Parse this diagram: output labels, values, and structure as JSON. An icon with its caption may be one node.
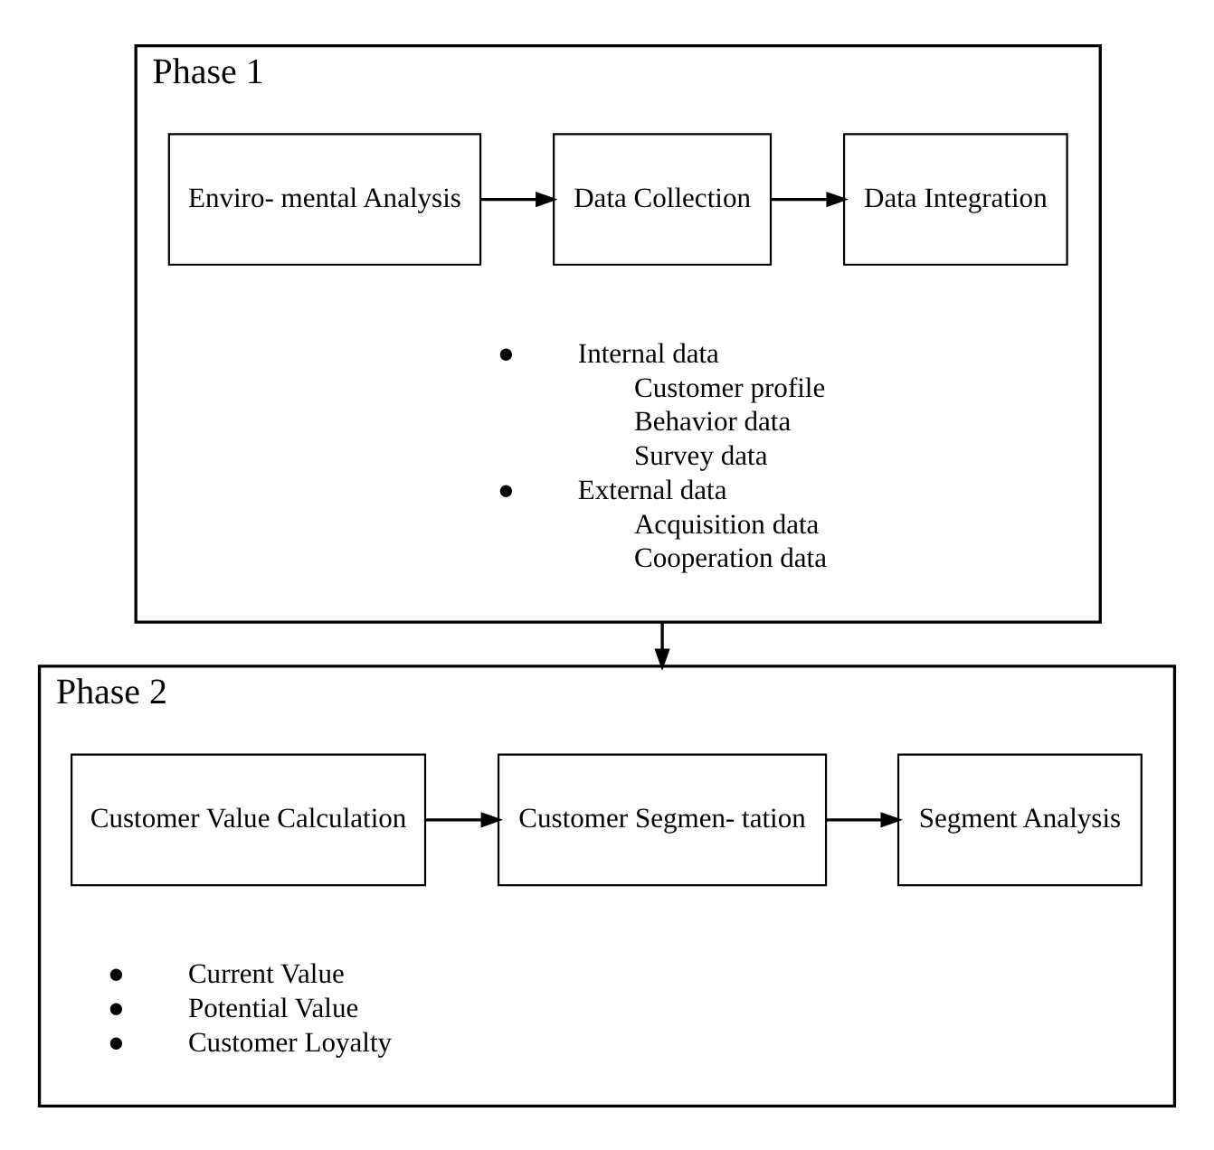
{
  "diagram": {
    "nodes": [
      {
        "text": [
          "Phase 1"
        ]
      },
      {
        "text": [
          "Enviro- mental Analysis"
        ],
        "in": 0
      },
      {
        "text": [
          "Data Collection"
        ],
        "in": 0
      },
      {
        "text": [
          "Data Integration"
        ],
        "in": 0
      },
      {
        "text": [
          "Phase 2"
        ]
      },
      {
        "text": [
          "Customer Value Calculation"
        ],
        "in": 4
      },
      {
        "text": [
          "Customer Segmen- tation"
        ],
        "in": 4
      },
      {
        "text": [
          "Segment Analysis"
        ],
        "in": 4
      }
    ],
    "edges": [
      {
        "from": 1,
        "to": 2,
        "arrow": "to"
      },
      {
        "from": 2,
        "to": 3,
        "arrow": "to"
      },
      {
        "from": 0,
        "to": 4,
        "arrow": "to"
      },
      {
        "from": 5,
        "to": 6,
        "arrow": "to"
      },
      {
        "from": 6,
        "to": 7,
        "arrow": "to"
      }
    ],
    "labels": [
      "●",
      "Internal data",
      "Customer profile",
      "Behavior data",
      "Survey data",
      "●",
      "External data",
      "Acquisition data",
      "Cooperation data",
      "●",
      "Current Value",
      "●",
      "Potential Value",
      "●",
      "Customer Loyalty"
    ]
  }
}
